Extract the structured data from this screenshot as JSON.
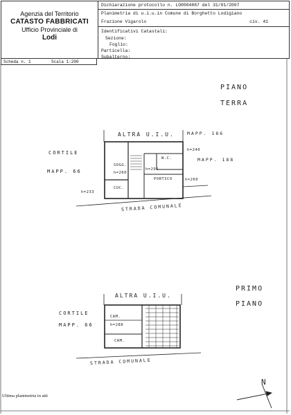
{
  "header": {
    "agency": "Agenzia del Territorio",
    "catasto": "CATASTO FABBRICATI",
    "ufficio": "Ufficio Provinciale di",
    "city": "Lodi",
    "protocollo": "Dichiarazione protocollo n. LO0004867 del   31/01/2007",
    "planimetria": "Planimetria di u.i.u.in Comune di Borghetto Lodigiano",
    "frazione": "Frazione Vigarolo",
    "civ": "civ. 41",
    "identificativi": "Identificativi Catastali:",
    "sezione": "Sezione:",
    "foglio": "Foglio:",
    "particella": "Particella:",
    "subalterno": "Subalterno:",
    "scheda": "Scheda n. 1",
    "scala": "Scala 1:200"
  },
  "plan": {
    "piano_terra_1": "PIANO",
    "piano_terra_2": "TERRA",
    "primo_piano_1": "PRIMO",
    "primo_piano_2": "PIANO",
    "altra_uiu_1": "ALTRA U.I.U.",
    "altra_uiu_2": "ALTRA U.I.U.",
    "mapp_186": "MAPP. 186",
    "mapp_188": "MAPP. 188",
    "mapp_66_a": "MAPP. 66",
    "mapp_66_b": "MAPP. 66",
    "cortile_a": "CORTILE",
    "cortile_b": "CORTILE",
    "sogg": "SOGG.",
    "wc": "W.C.",
    "cuc": "CUC.",
    "portico": "PORTICO",
    "cam_1": "CAM.",
    "cam_2": "CAM.",
    "h240": "h=240",
    "h296": "h=296",
    "h260_a": "h=260",
    "h260_b": "h=260",
    "h233": "h=233",
    "h288": "h=288",
    "strada_1": "STRADA COMUNALE",
    "strada_2": "STRADA COMUNALE",
    "north": "N"
  },
  "footer": {
    "note": "Ultima planimetria in atti"
  }
}
